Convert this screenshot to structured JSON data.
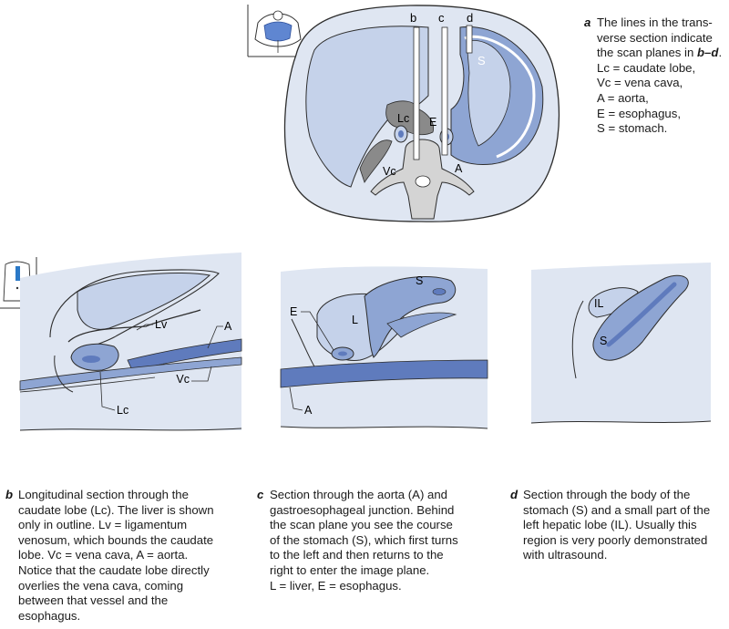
{
  "panel_a": {
    "letter": "a",
    "scan_plane_labels": [
      "b",
      "c",
      "d"
    ],
    "labels": {
      "stomach": "S",
      "caudate": "Lc",
      "esophagus": "E",
      "vena_cava": "Vc",
      "aorta": "A"
    },
    "caption_lines": [
      "The lines in the trans-",
      "verse section indicate",
      "the scan planes in ",
      "Lc = caudate lobe,",
      "Vc = vena cava,",
      "A = aorta,",
      "E = esophagus,",
      "S = stomach."
    ],
    "caption_emph": "b–d",
    "caption_emph_tail": "."
  },
  "panel_b": {
    "letter": "b",
    "labels": {
      "ligamentum": "Lv",
      "aorta": "A",
      "vena_cava": "Vc",
      "caudate": "Lc"
    },
    "caption_lines": [
      "Longitudinal section through the",
      "caudate lobe (Lc). The liver is shown",
      "only in outline. Lv = ligamentum",
      "venosum, which bounds the caudate",
      "lobe. Vc = vena cava, A = aorta.",
      "Notice that the caudate lobe directly",
      "overlies the vena cava, coming",
      "between that vessel and the",
      "esophagus."
    ]
  },
  "panel_c": {
    "letter": "c",
    "labels": {
      "stomach": "S",
      "esophagus": "E",
      "liver": "L",
      "aorta": "A"
    },
    "caption_lines": [
      "Section through the aorta (A) and",
      "gastroesophageal junction. Behind",
      "the scan plane you see the course",
      "of the stomach (S), which first turns",
      "to the left and then returns to the",
      "right to enter the image plane.",
      "L = liver, E = esophagus."
    ]
  },
  "panel_d": {
    "letter": "d",
    "labels": {
      "left_lobe": "IL",
      "stomach": "S"
    },
    "caption_lines": [
      "Section through the body of the",
      "stomach (S) and a small part of the",
      "left hepatic lobe (IL). Usually this",
      "region is very poorly demonstrated",
      "with ultrasound."
    ]
  },
  "colors": {
    "background_tint": "#dfe6f2",
    "organ_light": "#c5d2ea",
    "organ_mid": "#8ea5d3",
    "organ_dark": "#5f7bbd",
    "outline": "#2d2d2d",
    "spine": "#d4d4d4",
    "probe_marker": "#2a78c6"
  }
}
